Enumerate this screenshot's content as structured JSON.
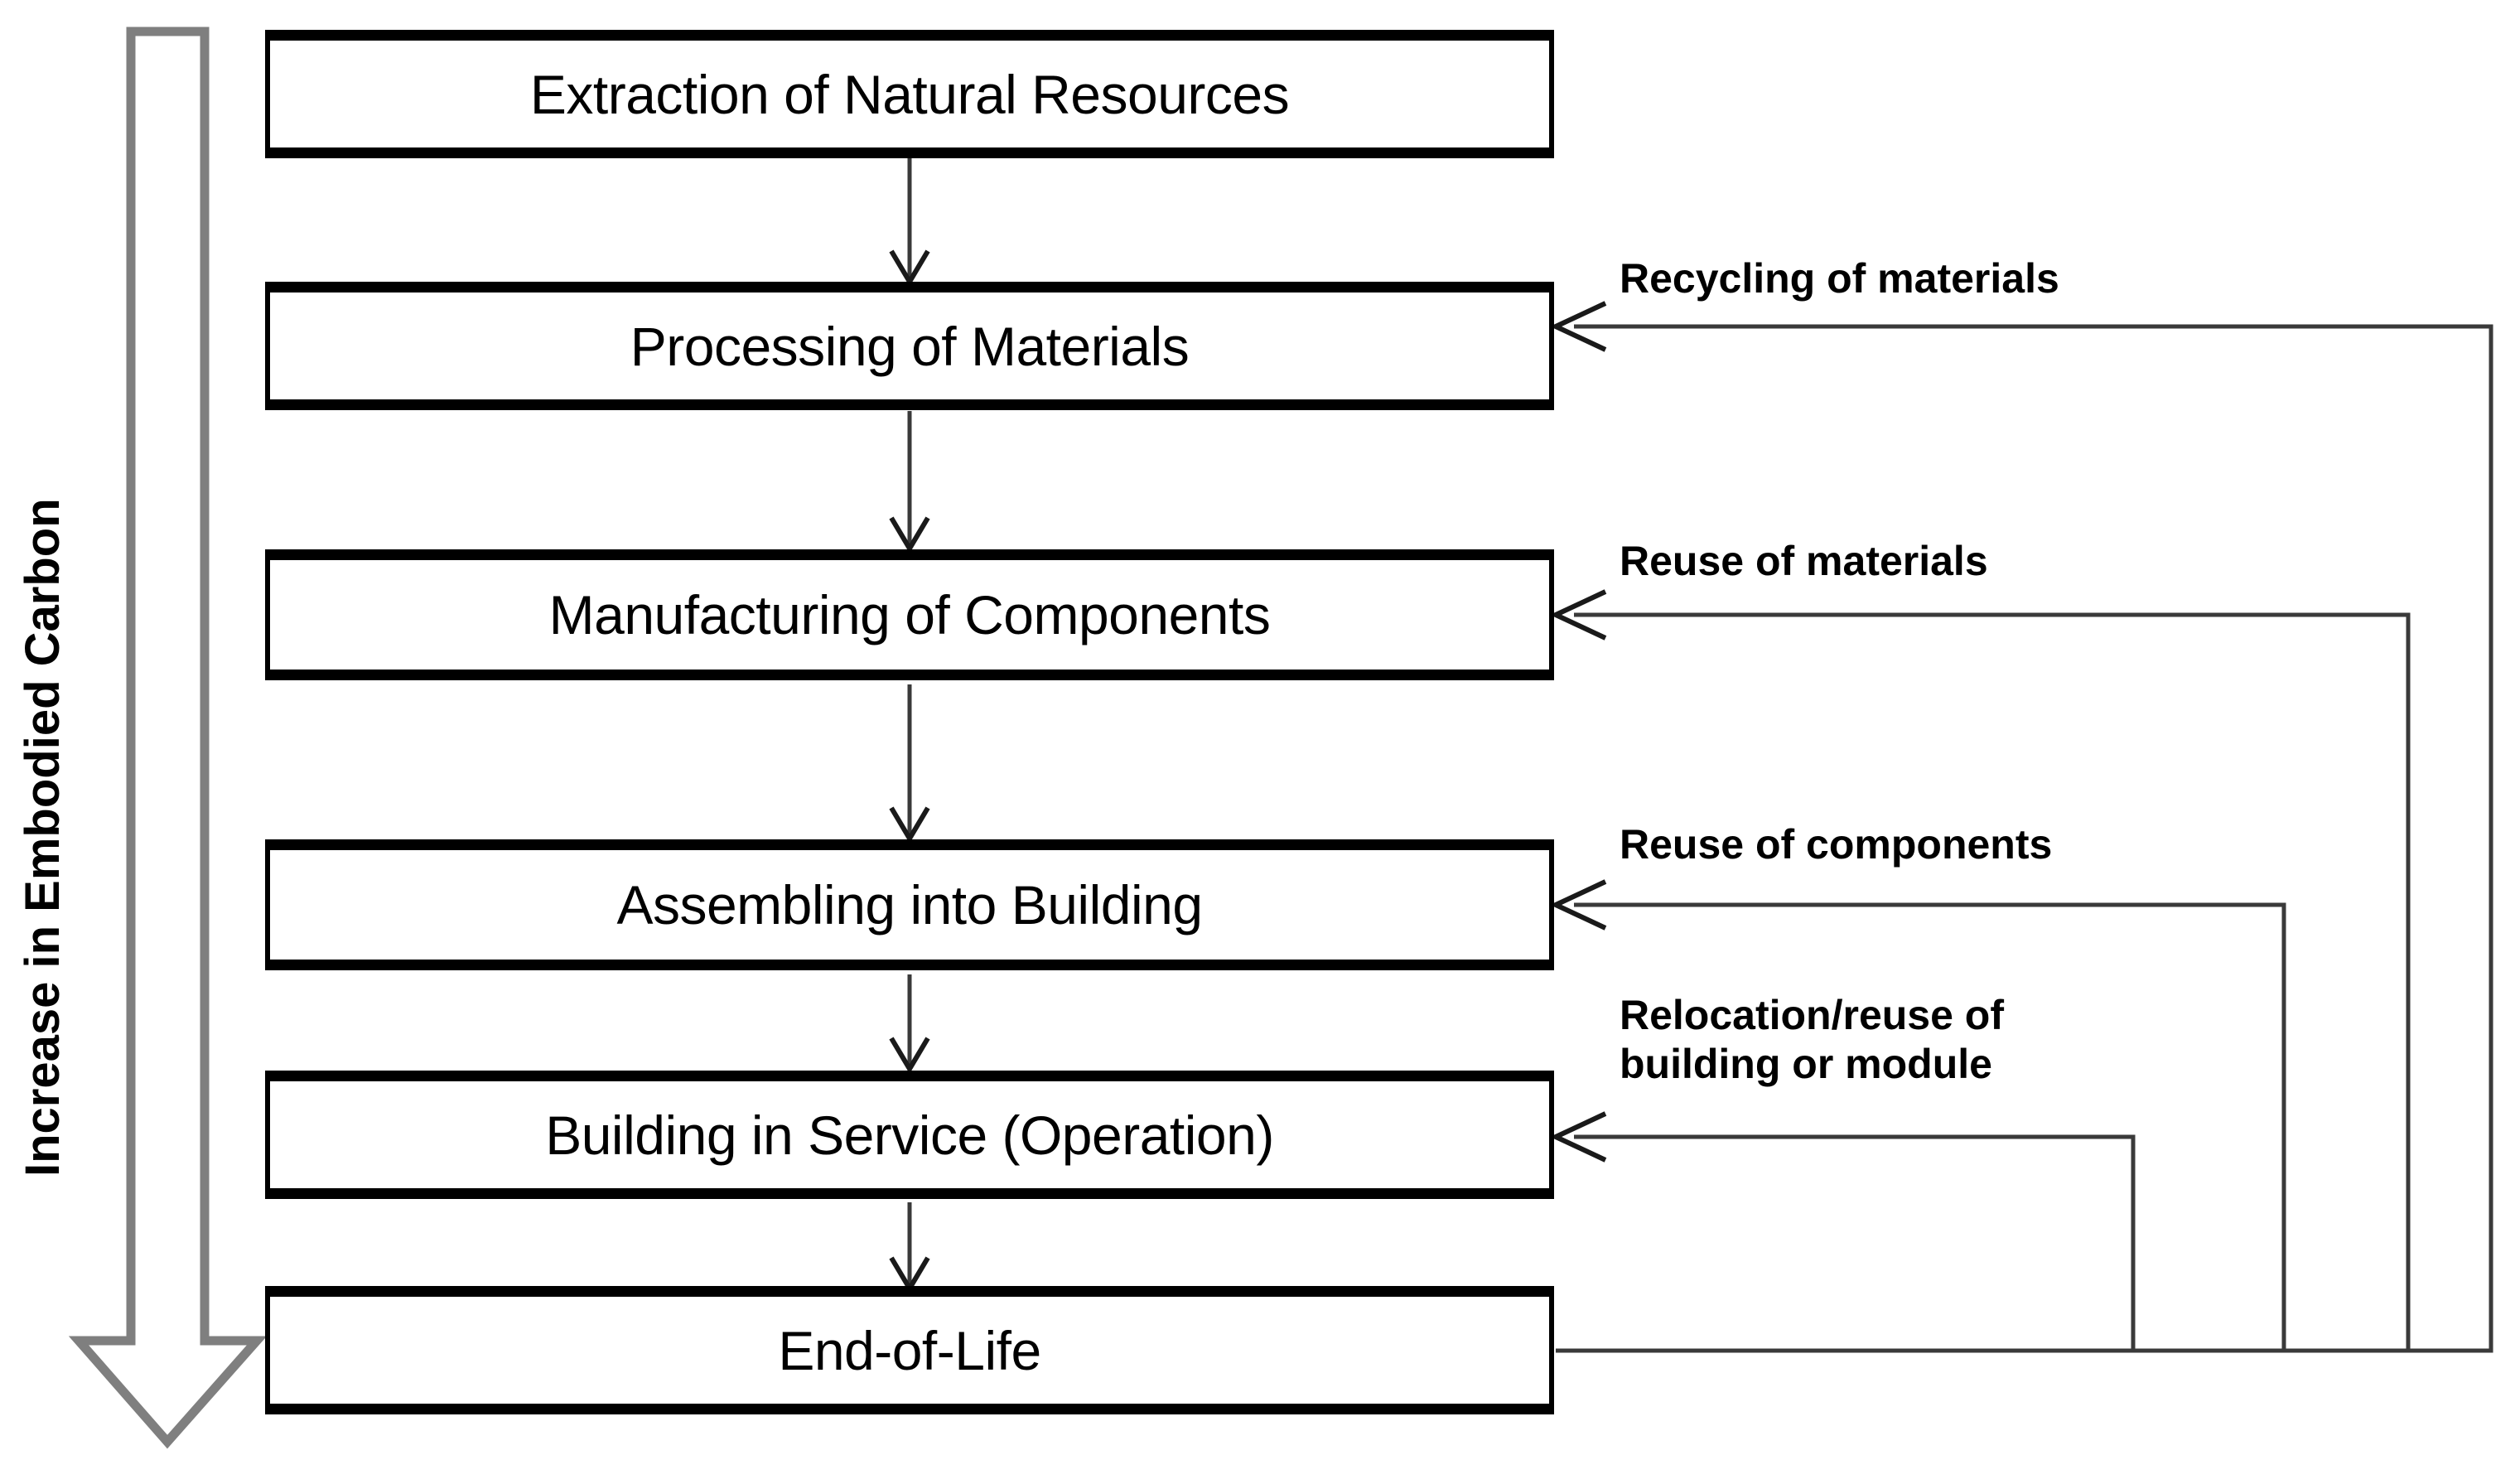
{
  "diagram": {
    "axis": {
      "label": "Increase in Embodied Carbon",
      "arrow_name": "increase-embodied-carbon-arrow",
      "arrow_color": "#7f7f7f"
    },
    "stages": [
      {
        "id": "extraction",
        "label": "Extraction of Natural Resources"
      },
      {
        "id": "processing",
        "label": "Processing of Materials"
      },
      {
        "id": "manufacturing",
        "label": "Manufacturing of Components"
      },
      {
        "id": "assembling",
        "label": "Assembling into Building"
      },
      {
        "id": "operation",
        "label": "Building in Service (Operation)"
      },
      {
        "id": "end-of-life",
        "label": "End-of-Life"
      }
    ],
    "feedback_loops": [
      {
        "id": "recycling-of-materials",
        "label": "Recycling of materials",
        "target": "processing"
      },
      {
        "id": "reuse-of-materials",
        "label": "Reuse of materials",
        "target": "manufacturing"
      },
      {
        "id": "reuse-of-components",
        "label": "Reuse of components",
        "target": "assembling"
      },
      {
        "id": "relocation-reuse-of-building",
        "label": "Relocation/reuse  of\nbuilding or module",
        "target": "operation"
      }
    ],
    "colors": {
      "box_border": "#000000",
      "connector": "#404040",
      "axis_arrow": "#7f7f7f",
      "background": "#ffffff"
    }
  }
}
